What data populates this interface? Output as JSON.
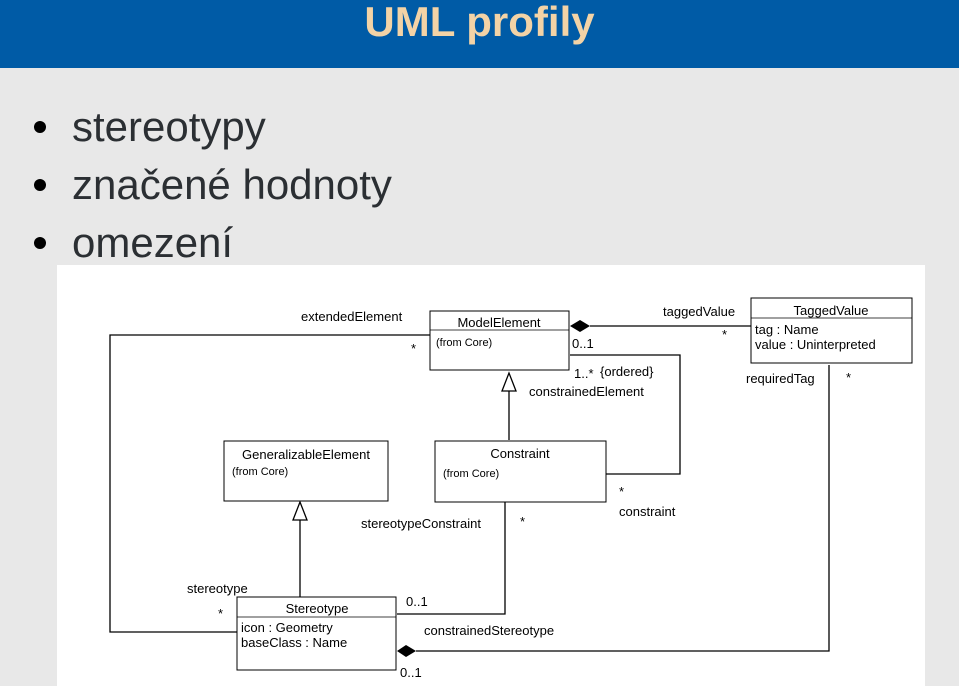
{
  "slide": {
    "title": "UML profily",
    "bullets": [
      "stereotypy",
      "značené hodnoty",
      "omezení"
    ]
  },
  "colors": {
    "header_bg": "#005ba6",
    "title_text": "#f3d3a6",
    "page_bg": "#e8e8e8"
  },
  "diagram": {
    "classes": {
      "model_element": {
        "name": "ModelElement",
        "note": "(from Core)"
      },
      "tagged_value": {
        "name": "TaggedValue",
        "attr1": "tag : Name",
        "attr2": "value : Uninterpreted"
      },
      "generalizable_element": {
        "name": "GeneralizableElement",
        "note": "(from Core)"
      },
      "constraint": {
        "name": "Constraint",
        "note": "(from Core)"
      },
      "stereotype": {
        "name": "Stereotype",
        "attr1": "icon : Geometry",
        "attr2": "baseClass : Name"
      }
    },
    "labels": {
      "extended_element": "extendedElement",
      "mult_extended": "*",
      "tagged_value_role": "taggedValue",
      "mult_tagged": "*",
      "mult_model_tv": "0..1",
      "constrained_mult": "1..*",
      "ordered": "{ordered}",
      "constrained_element": "constrainedElement",
      "required_tag": "requiredTag",
      "mult_required": "*",
      "stereotype_constraint": "stereotypeConstraint",
      "mult_stereo_constraint": "*",
      "mult_constraint": "*",
      "constraint_role": "constraint",
      "stereotype_role": "stereotype",
      "mult_stereotype": "*",
      "mult_constrained_stereo": "0..1",
      "constrained_stereotype": "constrainedStereotype",
      "mult_required_stereo": "0..1"
    }
  }
}
